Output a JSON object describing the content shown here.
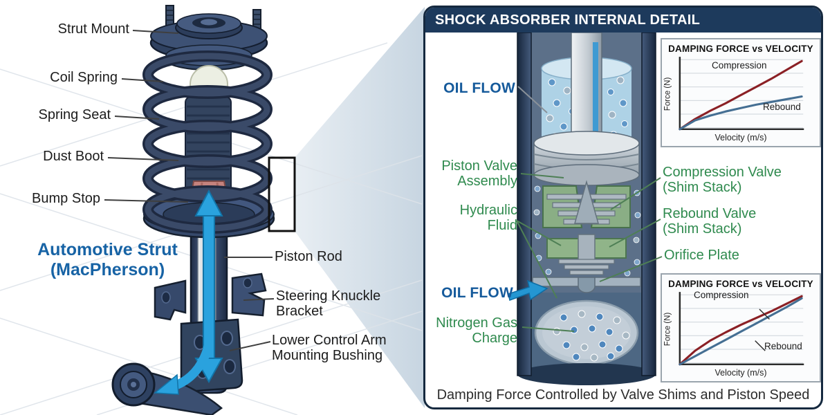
{
  "left_diagram": {
    "title_line1": "Automotive Strut",
    "title_line2": "(MacPherson)",
    "labels": {
      "strut_mount": "Strut Mount",
      "coil_spring": "Coil Spring",
      "spring_seat": "Spring Seat",
      "dust_boot": "Dust Boot",
      "bump_stop": "Bump Stop",
      "piston_rod": "Piston Rod",
      "steering_knuckle_bracket": "Steering Knuckle Bracket",
      "lower_control_arm": "Lower Control Arm Mounting Bushing"
    }
  },
  "detail_panel": {
    "header": "SHOCK ABSORBER INTERNAL DETAIL",
    "caption": "Damping Force Controlled by Valve Shims and Piston Speed",
    "labels": {
      "oil_flow_top": "OIL FLOW",
      "piston_valve_assembly": "Piston Valve Assembly",
      "hydraulic_fluid": "Hydraulic Fluid",
      "oil_flow_bottom": "OIL FLOW",
      "nitrogen_gas_charge": "Nitrogen Gas Charge",
      "compression_valve": "Compression Valve (Shim Stack)",
      "rebound_valve": "Rebound Valve (Shim Stack)",
      "orifice_plate": "Orifice Plate"
    }
  },
  "colors": {
    "panel_navy": "#1d3a5c",
    "green_label": "#2f8a4e",
    "blue_label": "#155a9b",
    "title_blue": "#1763a5",
    "arrow_blue": "#2aa2de",
    "compression_red": "#8b2025",
    "rebound_blue": "#456f93"
  },
  "chart_data": [
    {
      "type": "line",
      "title": "DAMPING FORCE vs VELOCITY",
      "xlabel": "Velocity (m/s)",
      "ylabel": "Force (N)",
      "xlim": [
        0,
        1
      ],
      "ylim": [
        0,
        1
      ],
      "grid": "horizontal",
      "legend_position": "inline-annotations",
      "x": [
        0,
        0.125,
        0.25,
        0.375,
        0.5,
        0.625,
        0.75,
        0.875,
        1.0
      ],
      "series": [
        {
          "name": "Compression",
          "color": "#8b2025",
          "values": [
            0,
            0.15,
            0.27,
            0.38,
            0.5,
            0.62,
            0.74,
            0.87,
            1.0
          ]
        },
        {
          "name": "Rebound",
          "color": "#456f93",
          "values": [
            0,
            0.13,
            0.2,
            0.26,
            0.31,
            0.36,
            0.4,
            0.44,
            0.48
          ]
        }
      ]
    },
    {
      "type": "line",
      "title": "DAMPING FORCE vs VELOCITY",
      "xlabel": "Velocity (m/s)",
      "ylabel": "Force (N)",
      "xlim": [
        0,
        1
      ],
      "ylim": [
        0,
        1
      ],
      "grid": "horizontal",
      "legend_position": "inline-annotations",
      "x": [
        0,
        0.125,
        0.25,
        0.375,
        0.5,
        0.625,
        0.75,
        0.875,
        1.0
      ],
      "series": [
        {
          "name": "Compression",
          "color": "#8b2025",
          "values": [
            0,
            0.2,
            0.35,
            0.47,
            0.58,
            0.68,
            0.78,
            0.89,
            1.0
          ]
        },
        {
          "name": "Rebound",
          "color": "#456f93",
          "values": [
            0,
            0.12,
            0.24,
            0.36,
            0.48,
            0.6,
            0.72,
            0.84,
            0.97
          ]
        }
      ]
    }
  ]
}
